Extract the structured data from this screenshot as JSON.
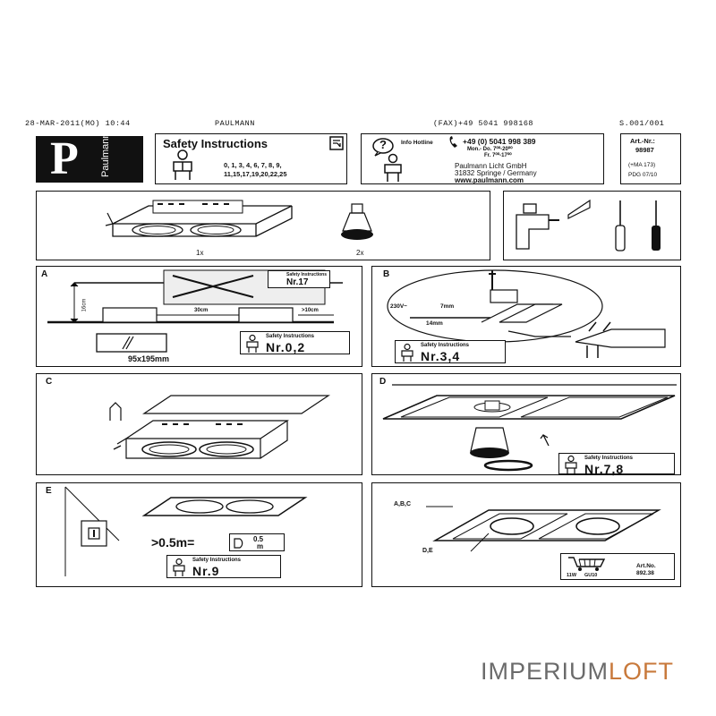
{
  "fax_header": {
    "date": "28-MAR-2011(MO) 10:44",
    "sender": "PAULMANN",
    "fax": "(FAX)+49 5041 998168",
    "page": "S.001/001"
  },
  "logo": {
    "letter": "P",
    "word": "Paulmann"
  },
  "safety_box": {
    "title": "Safety Instructions",
    "numbers_line1": "0, 1, 3, 4, 6, 7, 8, 9,",
    "numbers_line2": "11,15,17,19,20,22,25"
  },
  "hotline_box": {
    "question": "?",
    "label": "Info Hotline",
    "phone": "+49 (0) 5041 998 389",
    "hours1": "Mon.- Do. 7⁰⁰-20⁰⁰",
    "hours2": "Fr. 7⁰⁰-17⁰⁰",
    "company": "Paulmann Licht GmbH",
    "address": "31832 Springe / Germany",
    "web": "www.paulmann.com"
  },
  "article_box": {
    "label": "Art.-Nr.:",
    "number": "98987",
    "ma": "(+MA 173)",
    "pdg": "PDG 07/10"
  },
  "parts_panel": {
    "qty1": "1x",
    "qty2": "2x"
  },
  "panel_a": {
    "label": "A",
    "tag_nr": "Nr.17",
    "tag_title": "Safety Instructions",
    "height": "16cm",
    "dist1": "30cm",
    "dist2": ">10cm",
    "cutout": "95x195mm",
    "safety_title": "Safety Instructions",
    "safety_nr": "Nr.0,2"
  },
  "panel_b": {
    "label": "B",
    "voltage": "230V~",
    "strip1": "7mm",
    "strip2": "14mm",
    "safety_title": "Safety Instructions",
    "safety_nr": "Nr.3,4"
  },
  "panel_c": {
    "label": "C"
  },
  "panel_d": {
    "label": "D",
    "safety_title": "Safety Instructions",
    "safety_nr": "Nr.7,8"
  },
  "panel_e": {
    "label": "E",
    "distance": ">0.5m=",
    "icon_value": "0.5",
    "icon_unit": "m",
    "safety_title": "Safety Instructions",
    "safety_nr": "Nr.9"
  },
  "panel_f": {
    "label_abc": "A,B,C",
    "label_de": "D,E",
    "watt": "11W",
    "socket": "GU10",
    "art_label": "Art.No.",
    "art_number": "892.38"
  },
  "watermark": {
    "main": "IMPERIUM",
    "accent": "LOFT"
  }
}
